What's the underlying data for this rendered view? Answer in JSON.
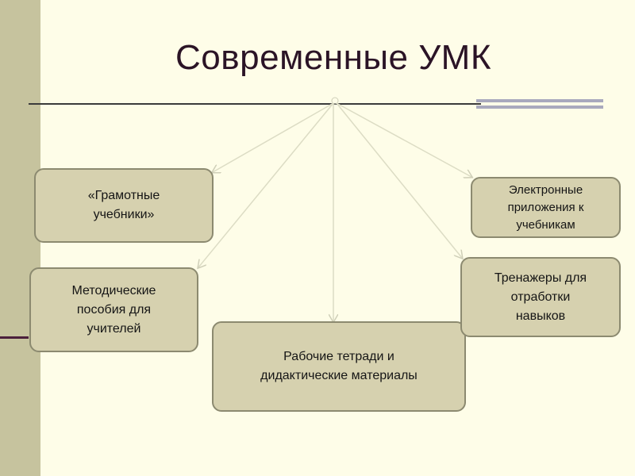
{
  "title": "Современные УМК",
  "colors": {
    "background": "#fefde8",
    "box_fill": "#d6d1af",
    "box_border": "#8c8a70",
    "side_bar": "#c6c39e",
    "connector": "#dcdcc4"
  },
  "boxes": [
    {
      "text": "«Грамотные\nучебники»"
    },
    {
      "text": "Методические\nпособия для\nучителей"
    },
    {
      "text": "Рабочие тетради и\nдидактические материалы"
    },
    {
      "text": "Электронные\nприложения к\nучебникам"
    },
    {
      "text": "Тренажеры для\nотработки\nнавыков"
    }
  ]
}
